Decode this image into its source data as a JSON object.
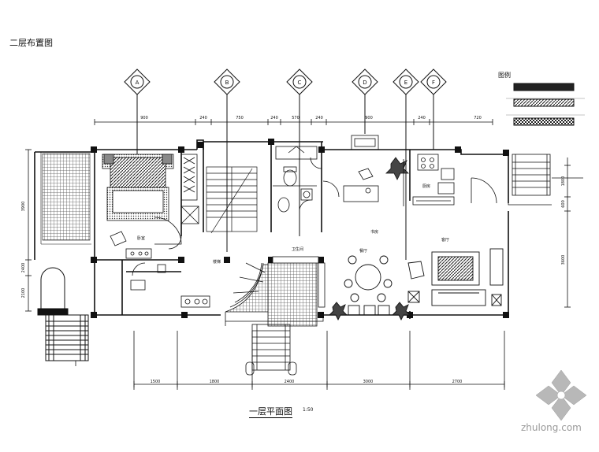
{
  "drawing": {
    "sheet_title": "二层布置图",
    "plan_title": "一层平面图",
    "scale": "1:50"
  },
  "legend": {
    "heading": "图例",
    "items": [
      {
        "swatch": "solid",
        "text": ""
      },
      {
        "swatch": "hatched",
        "text": ""
      },
      {
        "swatch": "checker",
        "text": ""
      }
    ]
  },
  "rooms": [
    {
      "id": "bedroom",
      "label": "卧室"
    },
    {
      "id": "stair-hall",
      "label": "楼梯"
    },
    {
      "id": "toilet",
      "label": "卫生间"
    },
    {
      "id": "study",
      "label": "书房"
    },
    {
      "id": "kitchen",
      "label": "厨房"
    },
    {
      "id": "dining",
      "label": "餐厅"
    },
    {
      "id": "living",
      "label": "客厅"
    }
  ],
  "section_markers": [
    {
      "id": "m1",
      "label": "A"
    },
    {
      "id": "m2",
      "label": "B"
    },
    {
      "id": "m3",
      "label": "C"
    },
    {
      "id": "m4",
      "label": "D"
    },
    {
      "id": "m5",
      "label": "E"
    },
    {
      "id": "m6",
      "label": "F"
    }
  ],
  "dimensions": {
    "top": [
      "900",
      "240",
      "750",
      "240",
      "570",
      "240",
      "900",
      "240",
      "720"
    ],
    "bottom": [
      "1500",
      "1800",
      "2400",
      "3000",
      "2700"
    ],
    "left": [
      "3900",
      "2400",
      "2100"
    ],
    "right": [
      "1800",
      "600",
      "3600"
    ]
  },
  "watermark": {
    "text": "zhulong.com",
    "color": "#9a9a9a"
  },
  "colors": {
    "line": "#111111",
    "tile": "#555555",
    "background": "#ffffff"
  }
}
